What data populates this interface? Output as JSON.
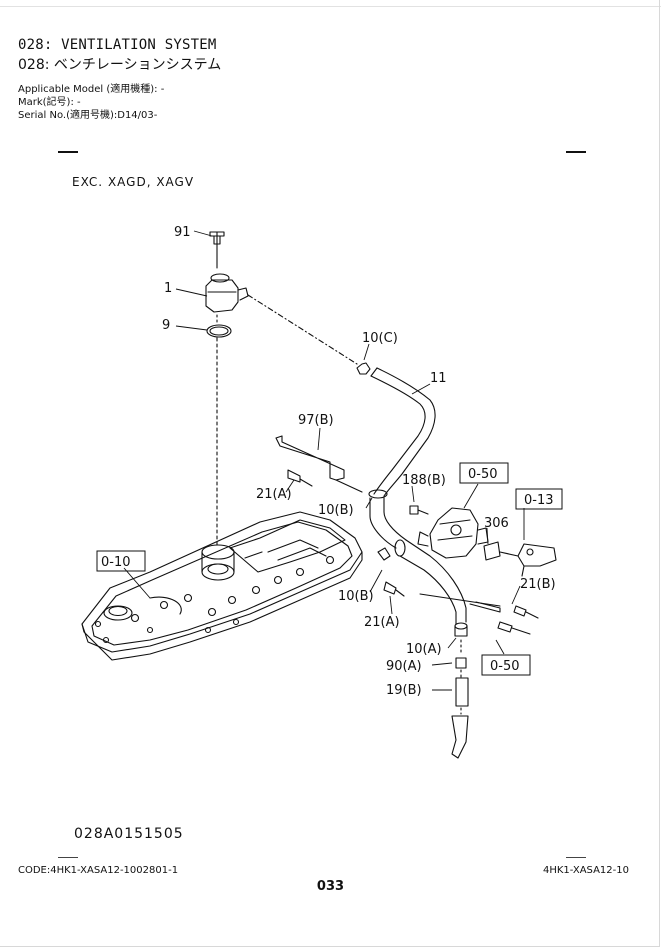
{
  "header": {
    "title_en": "028: VENTILATION SYSTEM",
    "title_jp": "028: ベンチレーションシステム",
    "applicable_model": "Applicable Model (適用機種): -",
    "mark": "Mark(記号): -",
    "serial_no": "Serial No.(適用号機):D14/03-"
  },
  "variant_note": "EXC. XAGD, XAGV",
  "callouts": {
    "c91": "91",
    "c1": "1",
    "c9": "9",
    "c10c": "10(C)",
    "c11": "11",
    "c97b": "97(B)",
    "c21a_top": "21(A)",
    "c188b": "188(B)",
    "c0_50_top": "0-50",
    "c0_13": "0-13",
    "c306": "306",
    "c10b_upper": "10(B)",
    "c0_10": "0-10",
    "c10b_lower": "10(B)",
    "c21a_lower": "21(A)",
    "c21b": "21(B)",
    "c10a": "10(A)",
    "c90a": "90(A)",
    "c0_50_bottom": "0-50",
    "c19b": "19(B)"
  },
  "drawing_code": "028A0151505",
  "footer": {
    "code_left": "CODE:4HK1-XASA12-1002801-1",
    "code_right": "4HK1-XASA12-10",
    "page_number": "033"
  }
}
